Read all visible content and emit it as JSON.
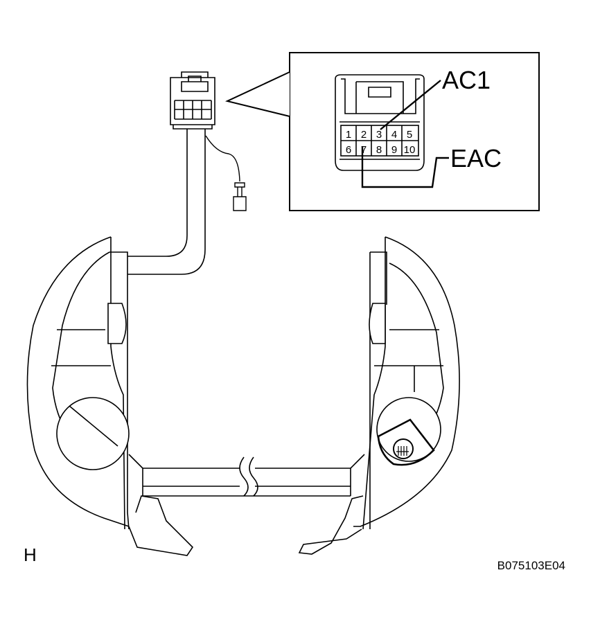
{
  "labels": {
    "ac1": "AC1",
    "eac": "EAC",
    "view_letter": "H",
    "figure_id": "B075103E04"
  },
  "connector": {
    "pins_top": [
      "1",
      "2",
      "3",
      "4",
      "5"
    ],
    "pins_bottom": [
      "6",
      "7",
      "8",
      "9",
      "10"
    ]
  },
  "colors": {
    "line": "#000000",
    "background": "#ffffff"
  }
}
